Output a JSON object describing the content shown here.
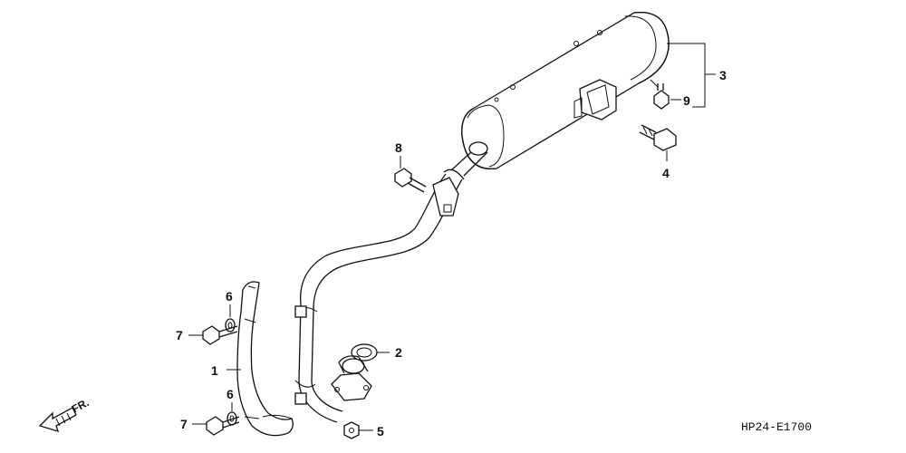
{
  "diagram": {
    "drawing_code": "HP24-E1700",
    "direction_label": "FR.",
    "callouts": [
      {
        "id": "label-1",
        "text": "1"
      },
      {
        "id": "label-2",
        "text": "2"
      },
      {
        "id": "label-3",
        "text": "3"
      },
      {
        "id": "label-4",
        "text": "4"
      },
      {
        "id": "label-5",
        "text": "5"
      },
      {
        "id": "label-6a",
        "text": "6"
      },
      {
        "id": "label-6b",
        "text": "6"
      },
      {
        "id": "label-7a",
        "text": "7"
      },
      {
        "id": "label-7b",
        "text": "7"
      },
      {
        "id": "label-8",
        "text": "8"
      },
      {
        "id": "label-9",
        "text": "9"
      }
    ]
  }
}
